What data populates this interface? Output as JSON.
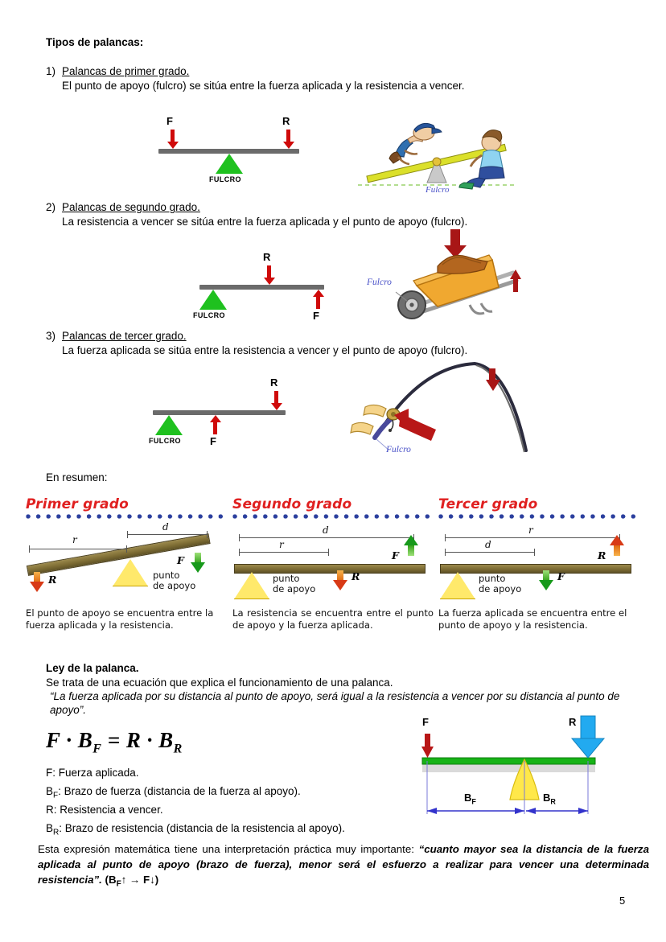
{
  "document": {
    "heading": "Tipos de palancas:",
    "page_number": "5",
    "summary_intro": "En resumen:"
  },
  "sections": [
    {
      "number": "1)",
      "title": "Palancas de primer grado.",
      "description": "El punto de apoyo (fulcro) se sitúa entre la fuerza aplicada y la resistencia a vencer.",
      "diagram": {
        "force_label": "F",
        "resistance_label": "R",
        "fulcrum_label": "FULCRO"
      },
      "clipart": {
        "name": "seesaw-children",
        "caption": "Fulcro"
      }
    },
    {
      "number": "2)",
      "title": "Palancas de segundo grado.",
      "description": "La resistencia a vencer se sitúa entre la fuerza aplicada y el punto de apoyo (fulcro).",
      "diagram": {
        "force_label": "F",
        "resistance_label": "R",
        "fulcrum_label": "FULCRO"
      },
      "clipart": {
        "name": "wheelbarrow",
        "caption": "Fulcro"
      }
    },
    {
      "number": "3)",
      "title": "Palancas de tercer grado.",
      "description": "La fuerza aplicada se sitúa entre la resistencia a vencer y el punto de apoyo (fulcro).",
      "diagram": {
        "force_label": "F",
        "resistance_label": "R",
        "fulcrum_label": "FULCRO"
      },
      "clipart": {
        "name": "fishing-rod",
        "caption": "Fulcro"
      }
    }
  ],
  "summary_panels": [
    {
      "title": "Primer grado",
      "dim_far": "r",
      "dim_near": "d",
      "fulcrum_label_line1": "punto",
      "fulcrum_label_line2": "de apoyo",
      "left_force": "R",
      "right_force": "F",
      "caption": "El punto de apoyo se encuentra entre la fuerza aplicada y la resistencia."
    },
    {
      "title": "Segundo grado",
      "dim_far": "d",
      "dim_near": "r",
      "fulcrum_label_line1": "punto",
      "fulcrum_label_line2": "de apoyo",
      "left_force": "R",
      "right_force": "F",
      "caption": "La resistencia se encuentra entre el punto de apoyo y la fuerza aplicada."
    },
    {
      "title": "Tercer grado",
      "dim_far": "r",
      "dim_near": "d",
      "fulcrum_label_line1": "punto",
      "fulcrum_label_line2": "de apoyo",
      "left_force": "F",
      "right_force": "R",
      "caption": "La fuerza aplicada se encuentra entre el punto de apoyo y la resistencia."
    }
  ],
  "law": {
    "heading": "Ley de la palanca.",
    "line1": "Se trata de una ecuación que explica el funcionamiento de una palanca.",
    "quote": "“La fuerza aplicada por su distancia al punto de apoyo, será igual a la resistencia a vencer por su distancia al punto de apoyo”.",
    "formula": {
      "f": "F",
      "dot1": "·",
      "bf": "B",
      "bf_sub": "F",
      "equals": "=",
      "r": "R",
      "dot2": "·",
      "br": "B",
      "br_sub": "R"
    },
    "definitions": [
      {
        "term": "F",
        "sub": "",
        "text": ": Fuerza aplicada."
      },
      {
        "term": "B",
        "sub": "F",
        "text": ": Brazo de fuerza (distancia de la fuerza al apoyo)."
      },
      {
        "term": "R",
        "sub": "",
        "text": ": Resistencia a vencer."
      },
      {
        "term": "B",
        "sub": "R",
        "text": ": Brazo de resistencia (distancia de la resistencia al apoyo)."
      }
    ],
    "diagram": {
      "force_label": "F",
      "resistance_label": "R",
      "arm_force_label": "B",
      "arm_force_sub": "F",
      "arm_resistance_label": "B",
      "arm_resistance_sub": "R"
    },
    "final_paragraph": {
      "lead": "Esta expresión matemática tiene una interpretación práctica muy importante: ",
      "emphasis": "“cuanto mayor sea la distancia de la fuerza aplicada al punto de apoyo (brazo de fuerza), menor será el esfuerzo a realizar para vencer una determinada resistencia”.",
      "tail_open": " (B",
      "tail_sub1": "F",
      "tail_up": "↑",
      "tail_arrow": " → F",
      "tail_down": "↓",
      "tail_close": ")"
    }
  },
  "colors": {
    "red_arrow": "#cf0a0a",
    "green_fulcrum": "#1fc11f",
    "gray_bar": "#6b6b6b",
    "panel_title_red": "#e02020",
    "dot_blue": "#2b3f9e",
    "yellow_fulcrum": "#ffe96b",
    "blue_arrow": "#22aaf0",
    "green_bar": "#17b317",
    "dim_blue": "#3333cc",
    "fulcro_caption_blue": "#4a52c8"
  }
}
